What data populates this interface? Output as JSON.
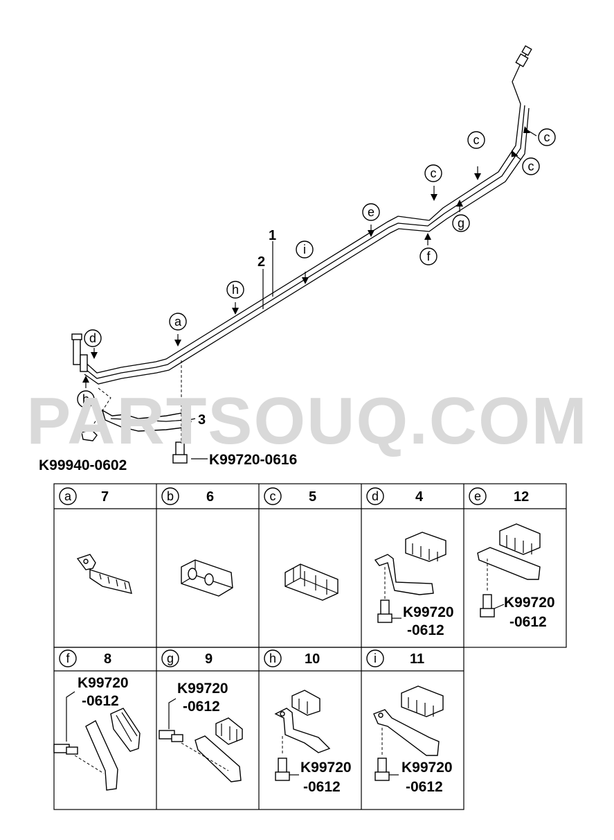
{
  "watermark": "PARTSOUQ.COM",
  "callouts": {
    "part1": "1",
    "part2": "2",
    "part3": "3",
    "c1": "c",
    "c2": "c",
    "c3": "c",
    "c4": "c",
    "e": "e",
    "i": "i",
    "h": "h",
    "a": "a",
    "d": "d",
    "b": "b",
    "f": "f",
    "g": "g"
  },
  "part_numbers": {
    "clip_b": "K99940-0602",
    "bolt_3": "K99720-0616"
  },
  "table": [
    {
      "letter": "a",
      "number": "7"
    },
    {
      "letter": "b",
      "number": "6"
    },
    {
      "letter": "c",
      "number": "5"
    },
    {
      "letter": "d",
      "number": "4",
      "bolt_line1": "K99720",
      "bolt_line2": "-0612"
    },
    {
      "letter": "e",
      "number": "12",
      "bolt_line1": "K99720",
      "bolt_line2": "-0612"
    },
    {
      "letter": "f",
      "number": "8",
      "bolt_line1": "K99720",
      "bolt_line2": "-0612"
    },
    {
      "letter": "g",
      "number": "9",
      "bolt_line1": "K99720",
      "bolt_line2": "-0612"
    },
    {
      "letter": "h",
      "number": "10",
      "bolt_line1": "K99720",
      "bolt_line2": "-0612"
    },
    {
      "letter": "i",
      "number": "11",
      "bolt_line1": "K99720",
      "bolt_line2": "-0612"
    }
  ]
}
